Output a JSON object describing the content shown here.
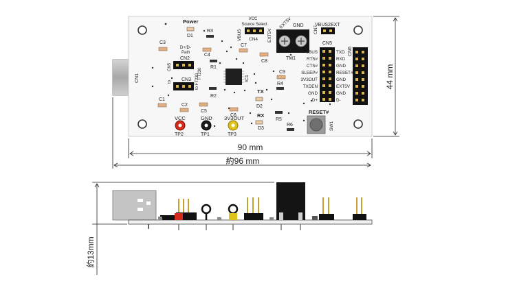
{
  "top_view": {
    "labels": {
      "power": "Power",
      "d1": "D1",
      "r3": "R3",
      "vbus": "VBUS",
      "vcc_source_select": "VCC\nSource Select",
      "cn4": "CN4",
      "extsv_top": "EXT5V",
      "gnd_top": "GND",
      "extsv_side": "EXT5V",
      "cn7": "CN7",
      "vbus2ext": "VBUS2EXT",
      "tm1": "TM1",
      "cn5": "CN5",
      "cn6": "CN6",
      "c3": "C3",
      "dp_dm_path": "D+/D-\nPath",
      "c4": "C4",
      "c7": "C7",
      "c8": "C8",
      "cn2": "CN2",
      "r1": "R1",
      "ic1": "IC1",
      "ft230": "FT230",
      "cn3_label": "CN3",
      "to_ft230": "to FT230",
      "cn1": "CN1",
      "cn5_side": "CN5",
      "to_side": "to",
      "c9": "C9",
      "r4": "R4",
      "tx": "TX",
      "d2": "D2",
      "r2": "R2",
      "c1": "C1",
      "c2": "C2",
      "c5": "C5",
      "c6": "C6",
      "rx": "RX",
      "d3": "D3",
      "r5": "R5",
      "r6": "R6",
      "reset": "RESET#",
      "sw1": "SW1",
      "vcc_tp": "VCC",
      "gnd_tp": "GND",
      "v3out_tp": "3V3OUT",
      "tp2": "TP2",
      "tp1": "TP1",
      "tp3": "TP3"
    },
    "cn5_left_pins": [
      "VBUS",
      "RTS#",
      "CTS#",
      "SLEEP#",
      "3V3OUT",
      "TXDEN",
      "GND",
      "D+"
    ],
    "cn5_right_pins": [
      "TXD",
      "RXD",
      "GND",
      "RESET#",
      "GND",
      "EXT5V",
      "GND",
      "D-"
    ],
    "dim_width": "90 mm",
    "dim_width_total": "約96 mm",
    "dim_height": "44 mm"
  },
  "side_view": {
    "dim_height": "約13mm"
  },
  "colors": {
    "pcb": "#f7f7f7",
    "pcb_edge": "#c9c9c9",
    "tp_vcc": "#d42a1a",
    "tp_gnd": "#1a1a1a",
    "tp_3v3": "#e0c21a",
    "header": "#111111",
    "usb": "#b8b8b8",
    "terminal": "#1a1a1a"
  }
}
